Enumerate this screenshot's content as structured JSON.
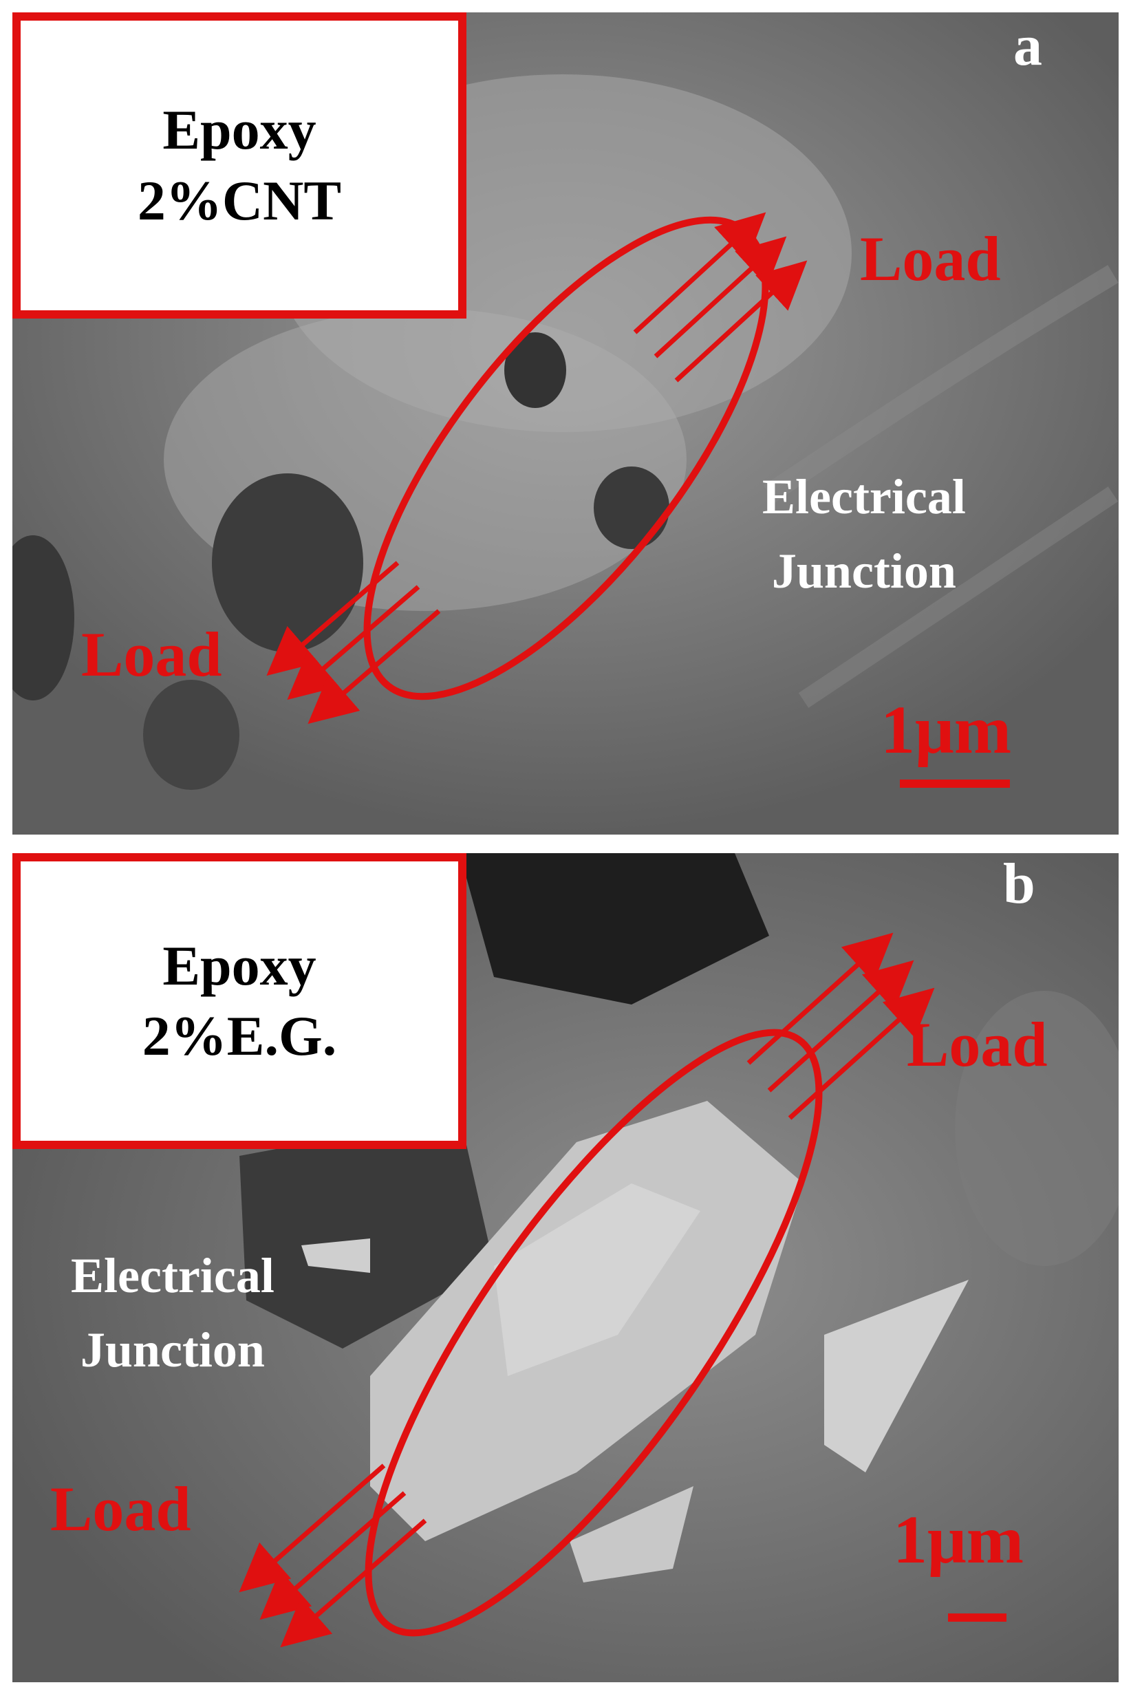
{
  "panel_a": {
    "sample_line1": "Epoxy",
    "sample_line2": "2%CNT",
    "letter": "a",
    "load_top": "Load",
    "load_bottom": "Load",
    "junction_line1": "Electrical",
    "junction_line2": "Junction",
    "scale_label": "1μm"
  },
  "panel_b": {
    "sample_line1": "Epoxy",
    "sample_line2": "2%E.G.",
    "letter": "b",
    "load_top": "Load",
    "load_bottom": "Load",
    "junction_line1": "Electrical",
    "junction_line2": "Junction",
    "scale_label": "1μm"
  },
  "colors": {
    "annotation": "#e01010",
    "box_fill": "#ffffff",
    "micrograph": "#6e6e6e"
  }
}
